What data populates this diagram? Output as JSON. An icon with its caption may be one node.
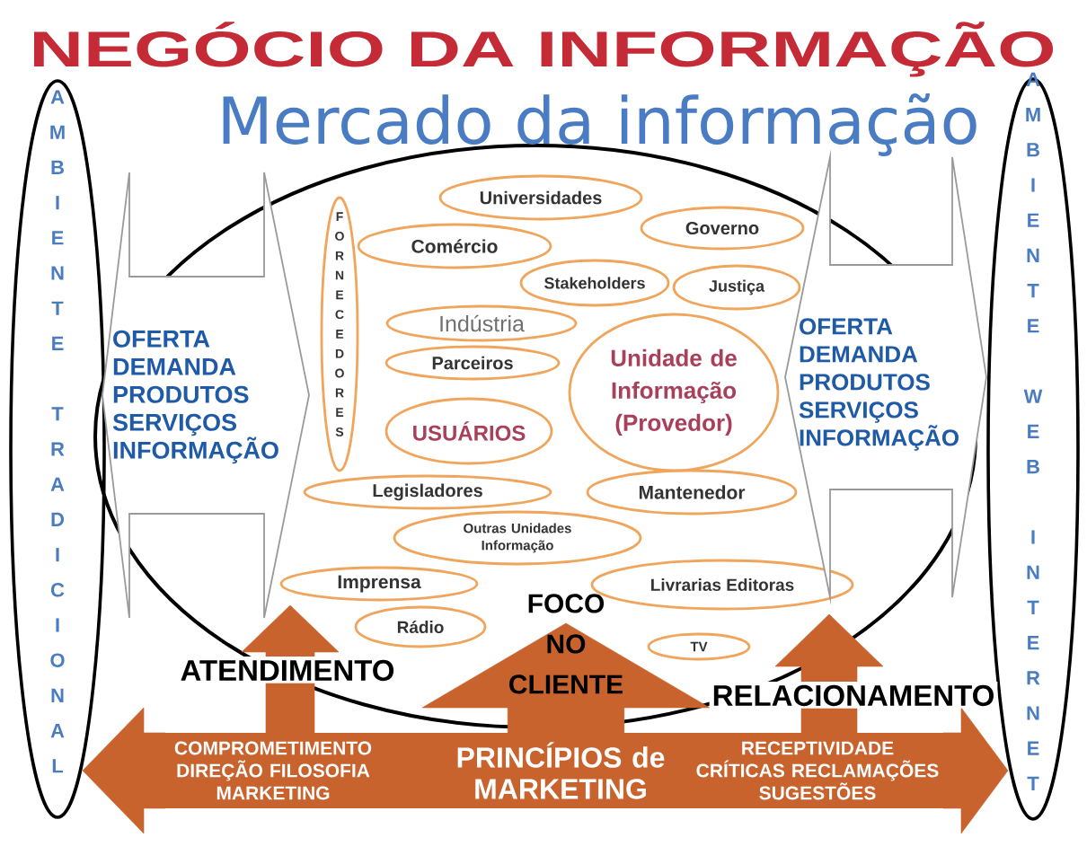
{
  "diagram": {
    "title": "NEGÓCIO DA INFORMAÇÃO",
    "nodes": [
      {
        "text": [
          "AMBIENTE TRADICIONAL"
        ]
      },
      {
        "text": [
          "Mercado da informação"
        ]
      },
      {
        "text": [
          "Universidades"
        ],
        "in": 1
      },
      {
        "text": [
          "Comércio"
        ],
        "in": 1
      },
      {
        "text": [
          "Governo"
        ],
        "in": 1
      },
      {
        "text": [
          "FORNECEDORES"
        ],
        "in": 1
      },
      {
        "text": [
          "Stakeholders"
        ],
        "in": 1
      },
      {
        "text": [
          "Justiça"
        ],
        "in": 1
      },
      {
        "text": [
          "Indústria"
        ],
        "in": 1
      },
      {
        "text": [
          "Parceiros"
        ],
        "in": 1
      },
      {
        "text": [
          "Unidade de Informação (Provedor)"
        ],
        "in": 1
      },
      {
        "text": [
          "USUÁRIOS"
        ],
        "in": 1
      },
      {
        "text": [
          "Legisladores"
        ],
        "in": 1
      },
      {
        "text": [
          "Mantenedor"
        ],
        "in": 1
      },
      {
        "text": [
          "Outras Unidades Informação"
        ],
        "in": 1
      },
      {
        "text": [
          "Imprensa"
        ],
        "in": 1
      },
      {
        "text": [
          "Livrarias Editoras"
        ],
        "in": 1
      },
      {
        "text": [
          "Rádio"
        ],
        "in": 1
      },
      {
        "text": [
          "TV"
        ],
        "in": 1
      },
      {
        "text": [
          "AMBIENTE WEB INTERNET"
        ]
      },
      {
        "text": [
          "COMPROMETIMENTO DIREÇÃO FILOSOFIA MARKETING",
          "PRINCÍPIOS de MARKETING",
          "RECEPTIVIDADE CRÍTICAS RECLAMAÇÕES SUGESTÕES"
        ]
      }
    ],
    "edges": [
      {
        "from": 0,
        "to": 1,
        "arrow": "both",
        "label": "OFERTA DEMANDA PRODUTOS SERVIÇOS INFORMAÇÃO",
        "color": "#9a9a9a"
      },
      {
        "from": 1,
        "to": 19,
        "arrow": "both",
        "label": "OFERTA DEMANDA PRODUTOS SERVIÇOS INFORMAÇÃO",
        "color": "#9a9a9a"
      },
      {
        "from": 20,
        "to": 0,
        "arrow": "to"
      },
      {
        "from": 20,
        "to": 19,
        "arrow": "to"
      },
      {
        "from": 20,
        "to": 1,
        "arrow": "to",
        "label": "ATENDIMENTO"
      },
      {
        "from": 20,
        "to": 1,
        "arrow": "to",
        "label": "FOCO NO CLIENTE",
        "style": "thick"
      },
      {
        "from": 20,
        "to": 1,
        "arrow": "to",
        "label": "RELACIONAMENTO"
      }
    ]
  }
}
